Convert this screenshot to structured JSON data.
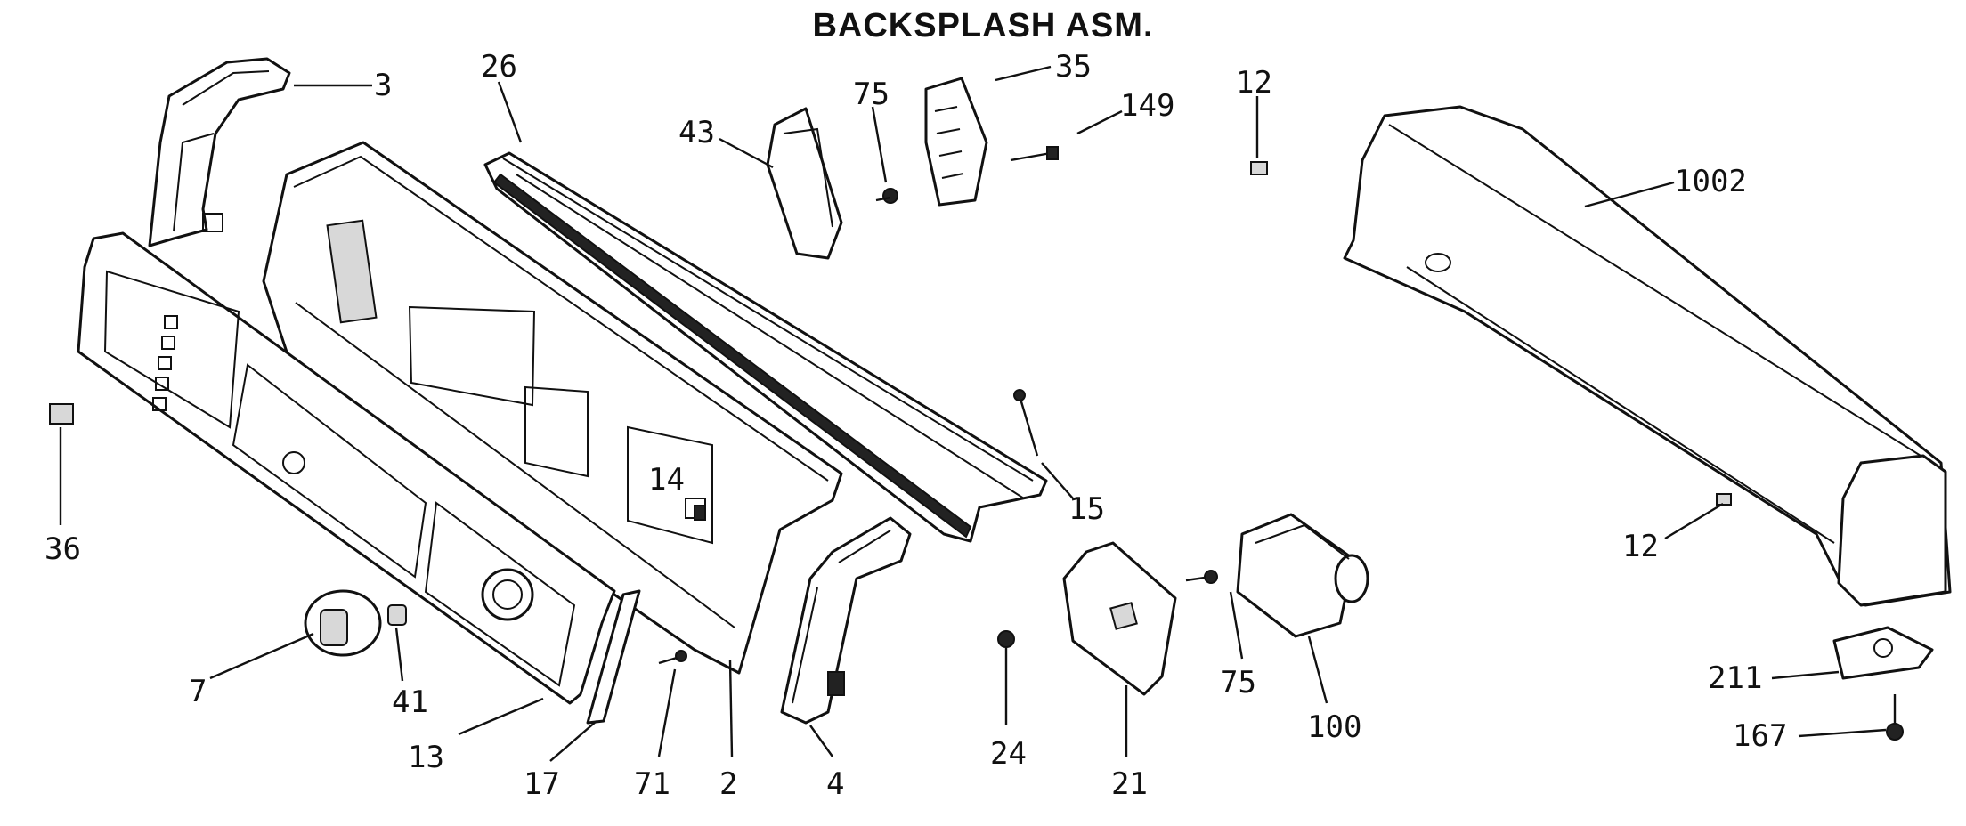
{
  "title": "BACKSPLASH ASM.",
  "callouts": [
    {
      "id": "3",
      "label": "3"
    },
    {
      "id": "26",
      "label": "26"
    },
    {
      "id": "43",
      "label": "43"
    },
    {
      "id": "75a",
      "label": "75"
    },
    {
      "id": "35",
      "label": "35"
    },
    {
      "id": "149",
      "label": "149"
    },
    {
      "id": "12a",
      "label": "12"
    },
    {
      "id": "1002",
      "label": "1002"
    },
    {
      "id": "36",
      "label": "36"
    },
    {
      "id": "14",
      "label": "14"
    },
    {
      "id": "15",
      "label": "15"
    },
    {
      "id": "12b",
      "label": "12"
    },
    {
      "id": "75b",
      "label": "75"
    },
    {
      "id": "7",
      "label": "7"
    },
    {
      "id": "41",
      "label": "41"
    },
    {
      "id": "13",
      "label": "13"
    },
    {
      "id": "17",
      "label": "17"
    },
    {
      "id": "71",
      "label": "71"
    },
    {
      "id": "2",
      "label": "2"
    },
    {
      "id": "4",
      "label": "4"
    },
    {
      "id": "24",
      "label": "24"
    },
    {
      "id": "21",
      "label": "21"
    },
    {
      "id": "100",
      "label": "100"
    },
    {
      "id": "211",
      "label": "211"
    },
    {
      "id": "167",
      "label": "167"
    }
  ]
}
